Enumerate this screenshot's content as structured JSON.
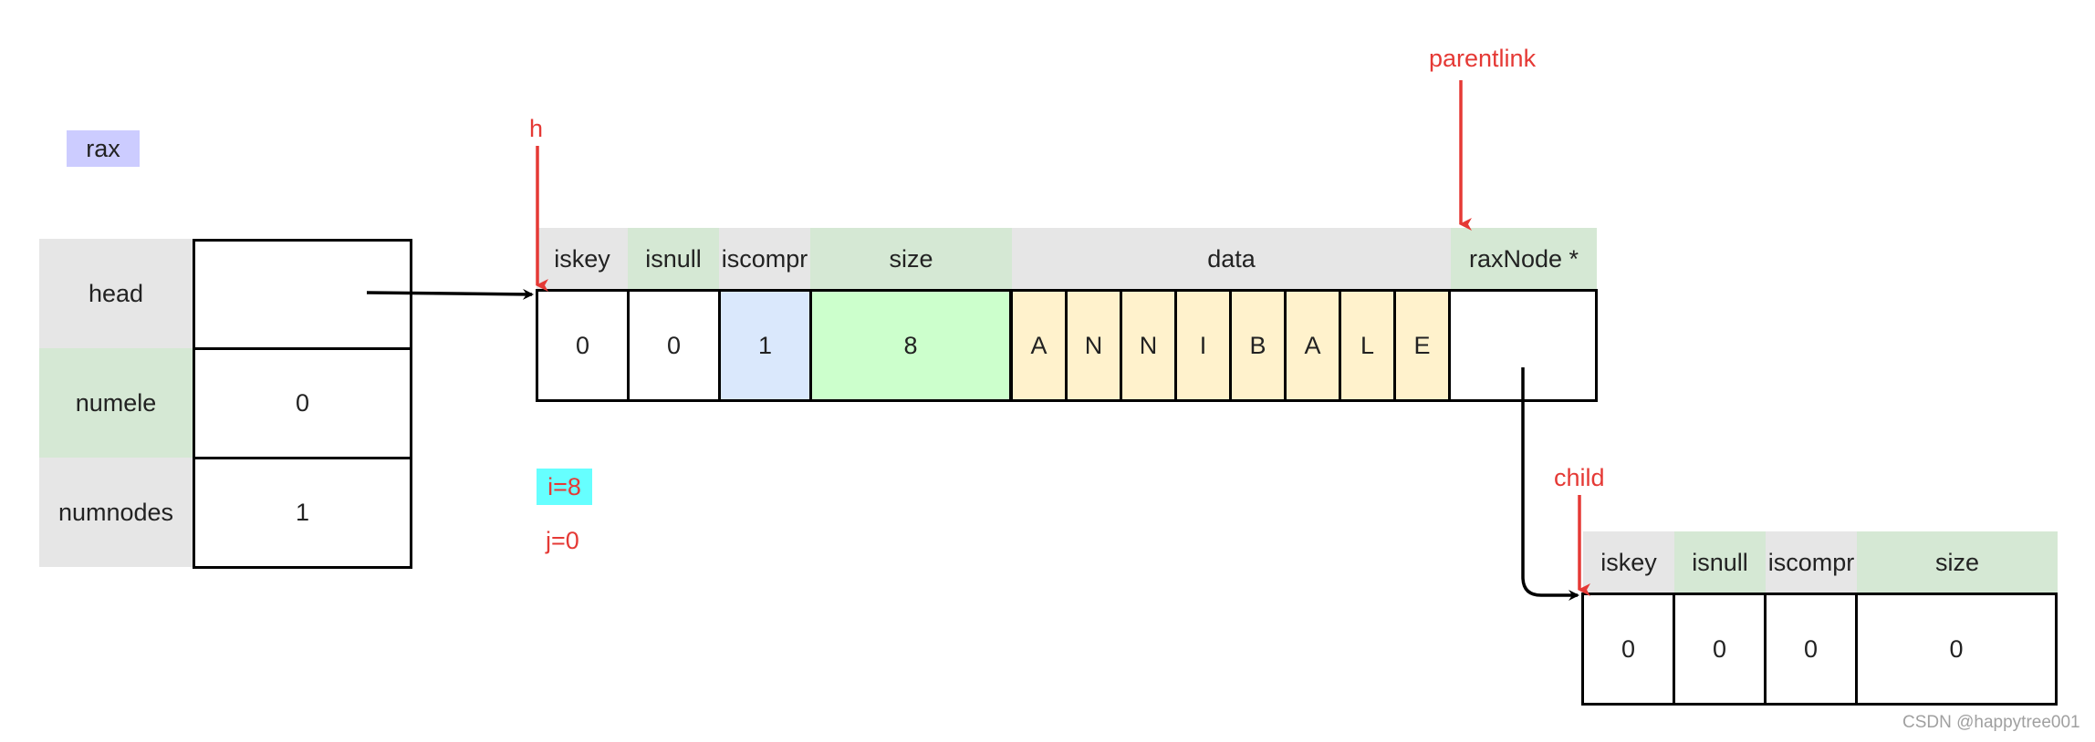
{
  "title_badge": {
    "label": "rax",
    "color": "#ccccff"
  },
  "rax_struct": {
    "fields": [
      {
        "name": "head",
        "value": "",
        "label_bg": "#e6e6e6"
      },
      {
        "name": "numele",
        "value": "0",
        "label_bg": "#d5e8d4"
      },
      {
        "name": "numnodes",
        "value": "1",
        "label_bg": "#e6e6e6"
      }
    ]
  },
  "node1": {
    "headers": {
      "iskey": "iskey",
      "isnull": "isnull",
      "iscompr": "iscompr",
      "size": "size",
      "data": "data",
      "ptr": "raxNode *"
    },
    "values": {
      "iskey": "0",
      "isnull": "0",
      "iscompr": "1",
      "size": "8",
      "ptr": ""
    },
    "chars": [
      "A",
      "N",
      "N",
      "I",
      "B",
      "A",
      "L",
      "E"
    ]
  },
  "node2": {
    "headers": {
      "iskey": "iskey",
      "isnull": "isnull",
      "iscompr": "iscompr",
      "size": "size"
    },
    "values": {
      "iskey": "0",
      "isnull": "0",
      "iscompr": "0",
      "size": "0"
    }
  },
  "pointers": {
    "h": "h",
    "parentlink": "parentlink",
    "child": "child"
  },
  "vars": {
    "i": "i=8",
    "j": "j=0"
  },
  "watermark": "CSDN @happytree001",
  "colors": {
    "gray": "#e6e6e6",
    "green_header": "#d5e8d4",
    "blue_cell": "#dae8fc",
    "green_cell": "#ccffcc",
    "char_cell": "#fff2cc",
    "red": "#e53935",
    "cyan": "#66ffff"
  }
}
